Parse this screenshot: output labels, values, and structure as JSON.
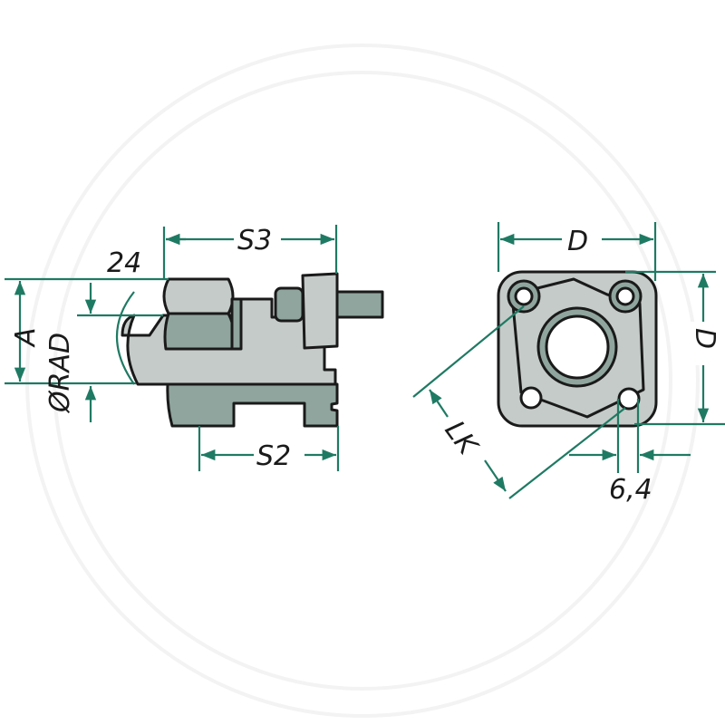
{
  "colors": {
    "dimension_line": "#1f7a63",
    "outline": "#1a1a1a",
    "light_fill": "#c4cbc8",
    "dark_fill": "#8fa59e",
    "watermark": "#f4f4f4",
    "background": "#ffffff"
  },
  "side_view": {
    "labels": {
      "dim_24": "24",
      "dim_s3": "S3",
      "dim_s2": "S2",
      "dim_a": "A",
      "dim_rad": "ØRAD"
    }
  },
  "front_view": {
    "labels": {
      "dim_d_horizontal": "D",
      "dim_d_vertical": "D",
      "dim_lk": "LK",
      "dim_hole": "6,4"
    }
  }
}
